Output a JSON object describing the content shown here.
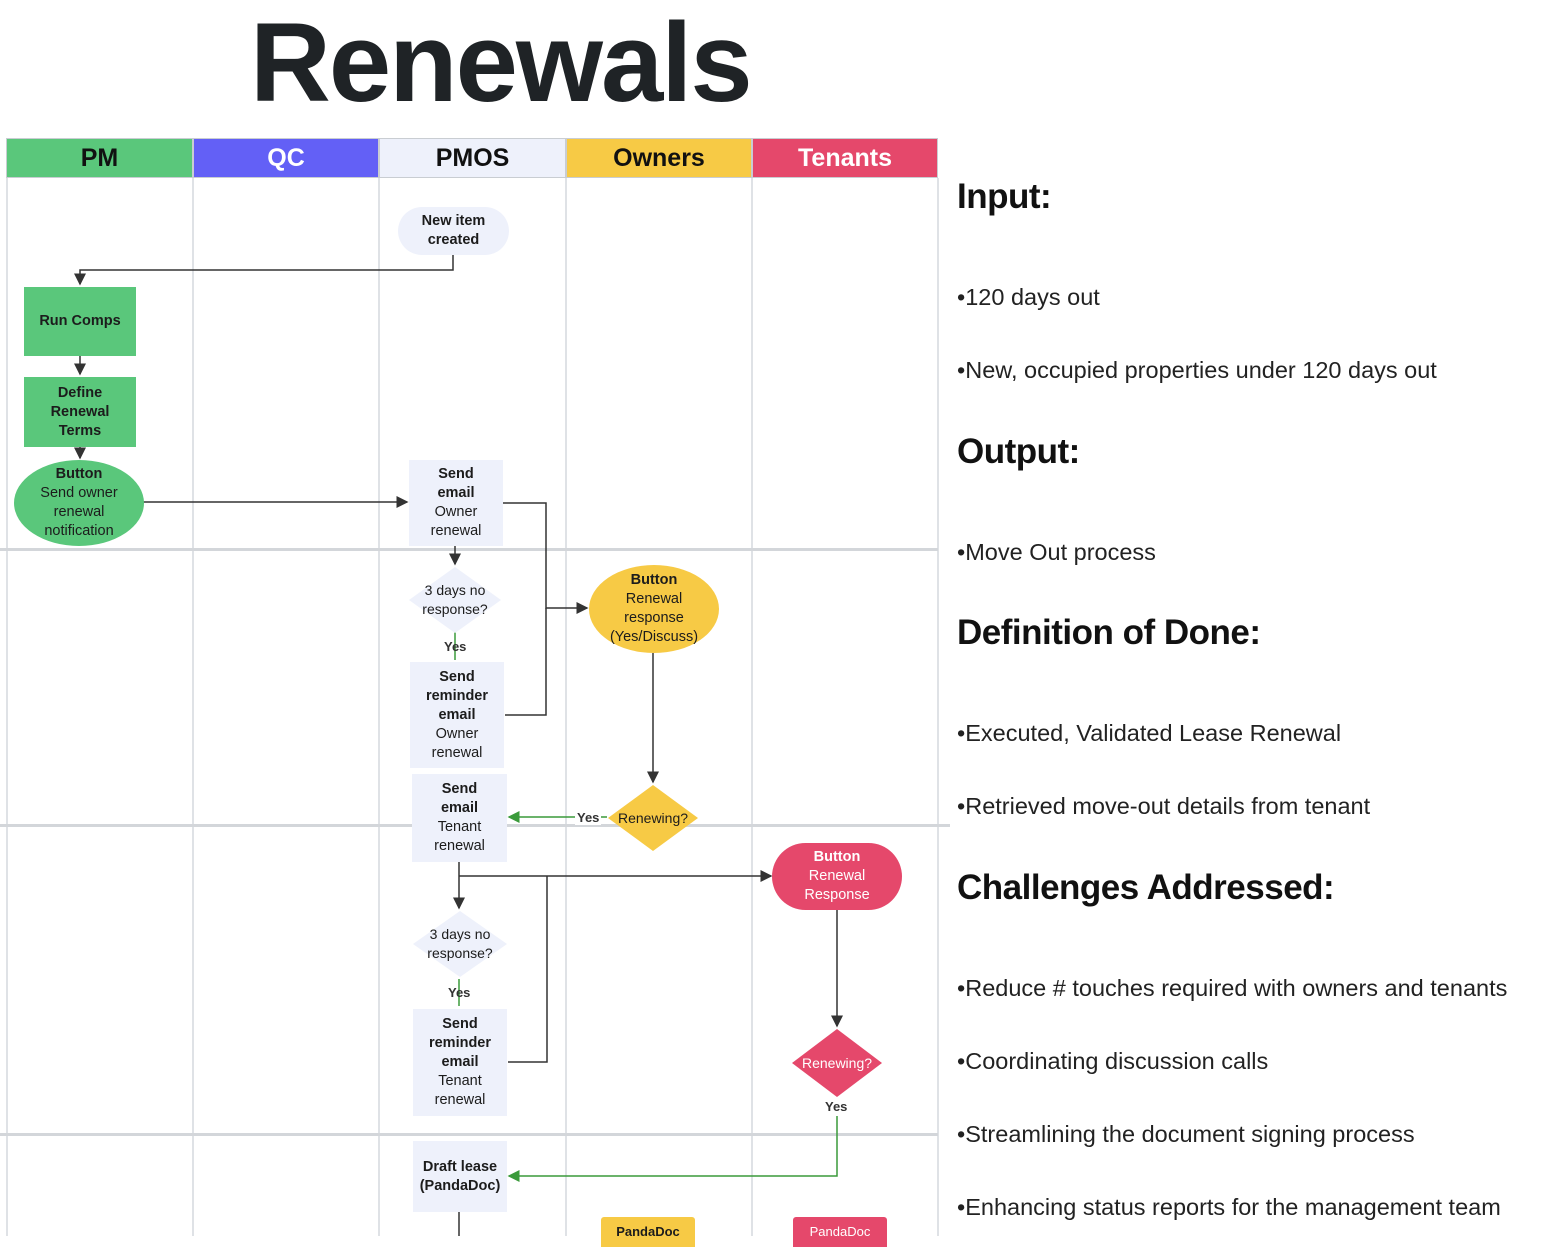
{
  "title": "Renewals",
  "lanes": [
    {
      "label": "PM",
      "color": "#5ac77b",
      "text_color": "#111111"
    },
    {
      "label": "QC",
      "color": "#6360f6",
      "text_color": "#ffffff"
    },
    {
      "label": "PMOS",
      "color": "#eef1fb",
      "text_color": "#111111"
    },
    {
      "label": "Owners",
      "color": "#f7ca45",
      "text_color": "#111111"
    },
    {
      "label": "Tenants",
      "color": "#e5486b",
      "text_color": "#ffffff"
    }
  ],
  "nodes": {
    "new_item": "New item created",
    "run_comps": "Run Comps",
    "define_terms": "Define Renewal Terms",
    "btn_owner": {
      "title": "Button",
      "text": "Send owner renewal notification"
    },
    "send_email_owner": {
      "title": "Send email",
      "text": "Owner renewal"
    },
    "days_no_response_1": "3 days no response?",
    "yes_1": "Yes",
    "send_reminder_owner": {
      "title": "Send reminder email",
      "text": "Owner renewal"
    },
    "btn_owner_response": {
      "title": "Button",
      "text": "Renewal response (Yes/Discuss)"
    },
    "renewing_owner": "Renewing?",
    "yes_owner": "Yes",
    "send_email_tenant": {
      "title": "Send email",
      "text": "Tenant renewal"
    },
    "btn_tenant_response": {
      "title": "Button",
      "text": "Renewal Response"
    },
    "days_no_response_2": "3 days no response?",
    "yes_2": "Yes",
    "send_reminder_tenant": {
      "title": "Send reminder email",
      "text": "Tenant renewal"
    },
    "renewing_tenant": "Renewing?",
    "yes_tenant": "Yes",
    "draft_lease": "Draft lease (PandaDoc)",
    "pandadoc_owner": "PandaDoc",
    "pandadoc_tenant": "PandaDoc"
  },
  "side": {
    "input_heading": "Input:",
    "input_items": [
      "•120 days out",
      "•New, occupied properties under 120 days out"
    ],
    "output_heading": "Output:",
    "output_items": [
      "•Move Out process"
    ],
    "dod_heading": "Definition of Done:",
    "dod_items": [
      "•Executed, Validated Lease Renewal",
      "•Retrieved move-out details from tenant"
    ],
    "challenges_heading": "Challenges Addressed:",
    "challenges_items": [
      "•Reduce # touches required with owners and tenants",
      "•Coordinating discussion calls",
      "•Streamlining the document signing process",
      "•Enhancing status reports for the management team"
    ]
  }
}
